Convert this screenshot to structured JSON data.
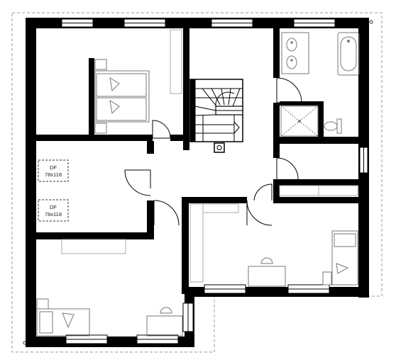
{
  "plan": {
    "colors": {
      "wall": "#000000",
      "fixture": "#777777",
      "light_line": "#a8a8a8",
      "dashed": "#999999",
      "background": "#ffffff"
    },
    "roof_windows": [
      {
        "code": "DF",
        "size": "78x118"
      },
      {
        "code": "DF",
        "size": "78x118"
      }
    ]
  }
}
